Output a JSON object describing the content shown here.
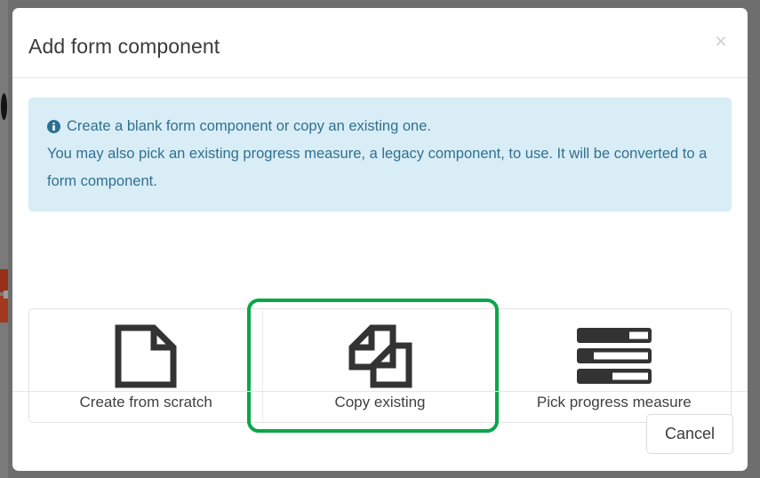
{
  "dialog": {
    "title": "Add form component",
    "close_label": "×",
    "close_icon": "close-icon"
  },
  "alert": {
    "icon": "info-circle-icon",
    "line1": "Create a blank form component or copy an existing one.",
    "line2": "You may also pick an existing progress measure, a legacy component, to use. It will be converted to a form component.",
    "bg_color": "#d9edf7",
    "text_color": "#31708f"
  },
  "choices": [
    {
      "label": "Create from scratch",
      "icon": "page-blank-icon",
      "selected": false
    },
    {
      "label": "Copy existing",
      "icon": "copy-documents-icon",
      "selected": true
    },
    {
      "label": "Pick progress measure",
      "icon": "progress-bars-icon",
      "selected": false
    }
  ],
  "highlight": {
    "target": "Copy existing",
    "color": "#0aa64a"
  },
  "footer": {
    "cancel_label": "Cancel"
  },
  "colors": {
    "window_frame": "#6e6e6e",
    "dialog_bg": "#ffffff",
    "title_text": "#3b3b3b",
    "icon_dark": "#333333",
    "card_border": "#e3e3e3"
  }
}
